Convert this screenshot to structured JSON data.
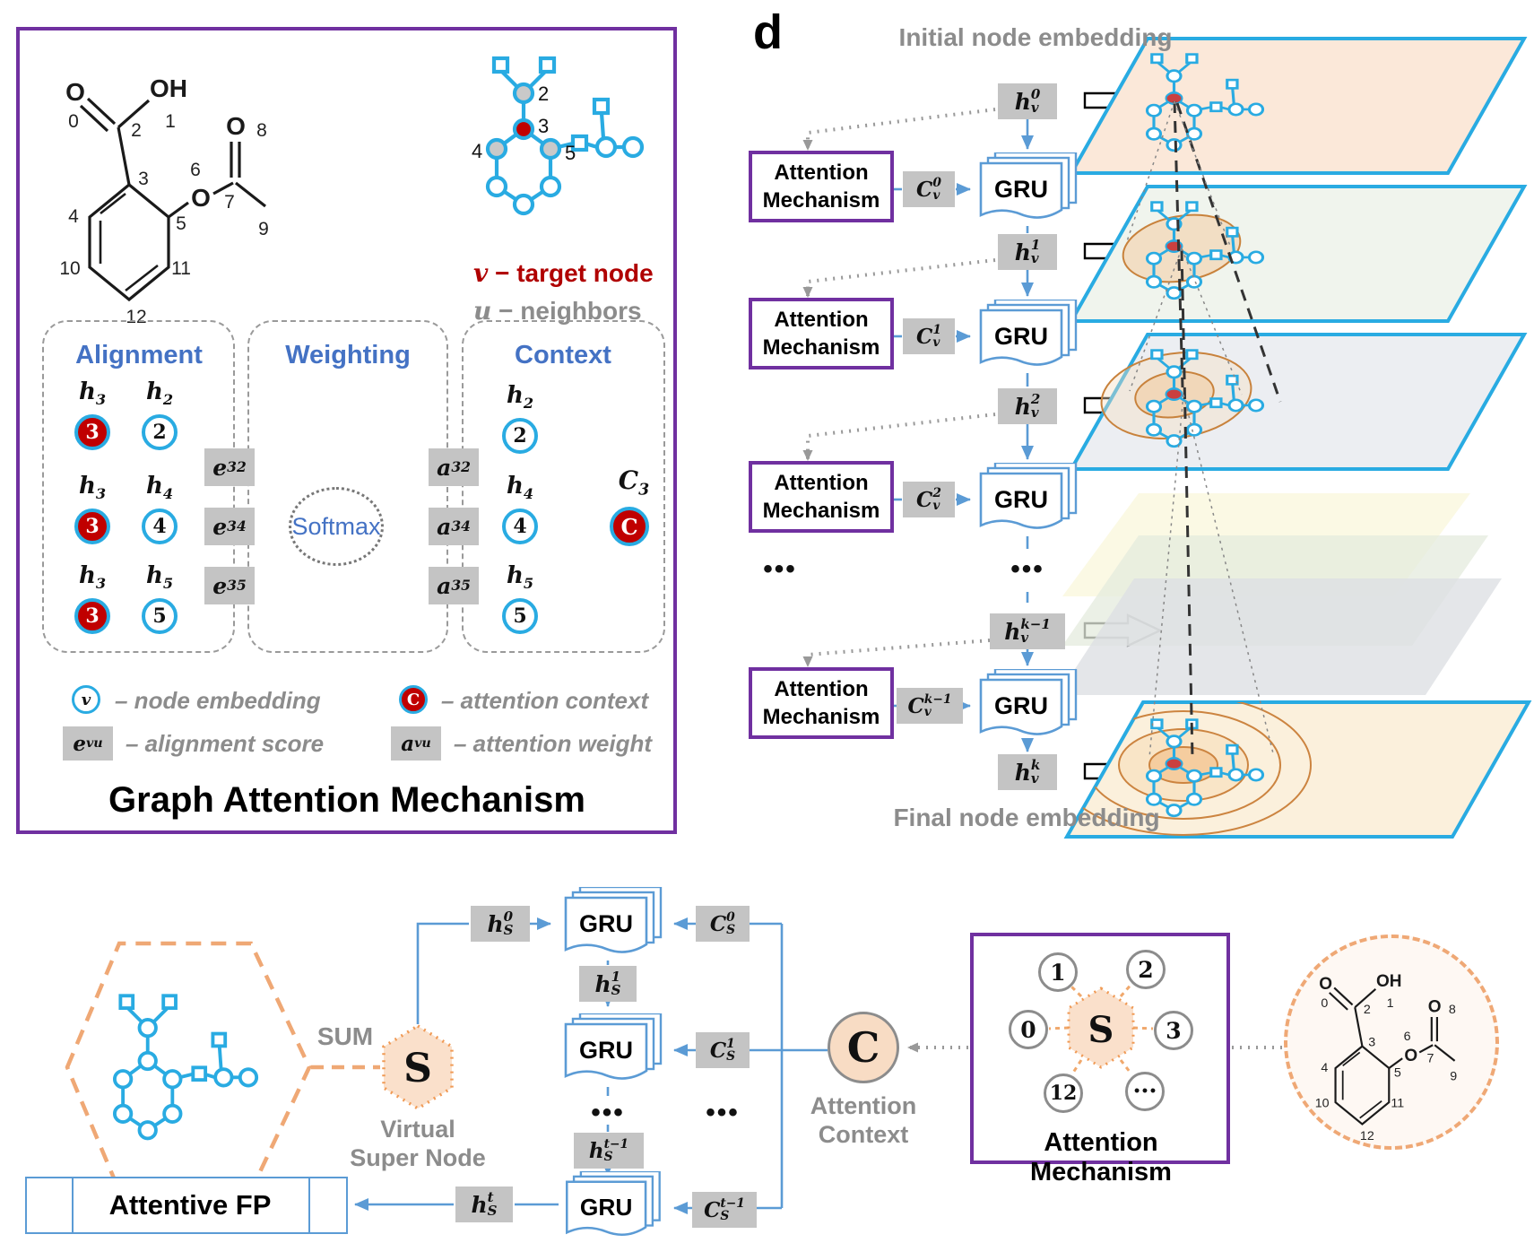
{
  "colors": {
    "purple": "#7030A0",
    "cyan": "#29ABE2",
    "red": "#C00000",
    "blue_arrow": "#5B9BD5",
    "gray_box": "#C4C4C4",
    "gray_text": "#8C8C8C",
    "blue_text": "#4472C4",
    "orange_dash": "#EFA875",
    "peach_fill": "#FAE0CB"
  },
  "panel_a": {
    "title": "Graph Attention Mechanism",
    "legend_target": {
      "sym": "v",
      "text": "− target  node"
    },
    "legend_neighbors": {
      "sym": "u",
      "text": "−  neighbors"
    },
    "columns": [
      "Alignment",
      "Weighting",
      "Context"
    ],
    "softmax": "Softmax",
    "formula": {
      "o0": "O",
      "oh": "OH",
      "o6": "O",
      "o8": "O",
      "nums": {
        "0": "0",
        "1": "1",
        "2": "2",
        "3": "3",
        "4": "4",
        "5": "5",
        "6": "6",
        "7": "7",
        "8": "8",
        "9": "9",
        "10": "10",
        "11": "11",
        "12": "12"
      }
    },
    "graph": {
      "n2": "2",
      "n3": "3",
      "n4": "4",
      "n5": "5"
    },
    "rows": [
      {
        "h_left": {
          "base": "h",
          "sub": "3"
        },
        "left": "3",
        "h_right": {
          "base": "h",
          "sub": "2"
        },
        "right": "2",
        "e": {
          "base": "e",
          "sub": "32"
        },
        "a": {
          "base": "a",
          "sub": "32"
        },
        "ctx_h": {
          "base": "h",
          "sub": "2"
        },
        "ctx": "2"
      },
      {
        "h_left": {
          "base": "h",
          "sub": "3"
        },
        "left": "3",
        "h_right": {
          "base": "h",
          "sub": "4"
        },
        "right": "4",
        "e": {
          "base": "e",
          "sub": "34"
        },
        "a": {
          "base": "a",
          "sub": "34"
        },
        "ctx_h": {
          "base": "h",
          "sub": "4"
        },
        "ctx": "4"
      },
      {
        "h_left": {
          "base": "h",
          "sub": "3"
        },
        "left": "3",
        "h_right": {
          "base": "h",
          "sub": "5"
        },
        "right": "5",
        "e": {
          "base": "e",
          "sub": "35"
        },
        "a": {
          "base": "a",
          "sub": "35"
        },
        "ctx_h": {
          "base": "h",
          "sub": "5"
        },
        "ctx": "5"
      }
    ],
    "context_out": {
      "label": {
        "base": "C",
        "sub": "3"
      },
      "node": "C"
    },
    "legend": [
      {
        "sym": "v",
        "text": "–  node embedding"
      },
      {
        "sym": "C",
        "text": "–  attention context"
      },
      {
        "sym": {
          "base": "e",
          "sub": "vu"
        },
        "text": "–  alignment score"
      },
      {
        "sym": {
          "base": "a",
          "sub": "vu"
        },
        "text": "–  attention weight"
      }
    ]
  },
  "panel_d": {
    "label": "d",
    "caption_top": "Initial node embedding",
    "caption_bottom": "Final node embedding",
    "attention_box": [
      "Attention",
      "Mechanism"
    ],
    "gru": "GRU",
    "ellipsis": "•••",
    "h": [
      {
        "base": "h",
        "sub": "v",
        "sup": "0"
      },
      {
        "base": "h",
        "sub": "v",
        "sup": "1"
      },
      {
        "base": "h",
        "sub": "v",
        "sup": "2"
      },
      {
        "base": "h",
        "sub": "v",
        "sup": "k−1"
      },
      {
        "base": "h",
        "sub": "v",
        "sup": "k"
      }
    ],
    "c": [
      {
        "base": "C",
        "sub": "v",
        "sup": "0"
      },
      {
        "base": "C",
        "sub": "v",
        "sup": "1"
      },
      {
        "base": "C",
        "sub": "v",
        "sup": "2"
      },
      {
        "base": "C",
        "sub": "v",
        "sup": "k−1"
      }
    ]
  },
  "panel_e": {
    "sum": "SUM",
    "super_node": "S",
    "super_node_caption": [
      "Virtual",
      "Super Node"
    ],
    "gru": "GRU",
    "ellipsis": "•••",
    "hs": [
      {
        "base": "h",
        "sub": "S",
        "sup": "0"
      },
      {
        "base": "h",
        "sub": "S",
        "sup": "1"
      },
      {
        "base": "h",
        "sub": "S",
        "sup": "t−1"
      },
      {
        "base": "h",
        "sub": "S",
        "sup": "t"
      }
    ],
    "cs": [
      {
        "base": "C",
        "sub": "S",
        "sup": "0"
      },
      {
        "base": "C",
        "sub": "S",
        "sup": "1"
      },
      {
        "base": "C",
        "sub": "S",
        "sup": "t−1"
      }
    ],
    "fp": "Attentive FP",
    "context": {
      "node": "C",
      "caption": [
        "Attention",
        "Context"
      ]
    },
    "attention_mech": {
      "title": "Attention Mechanism",
      "center": "S",
      "nodes": [
        "1",
        "2",
        "0",
        "3",
        "12",
        "•••"
      ]
    }
  }
}
